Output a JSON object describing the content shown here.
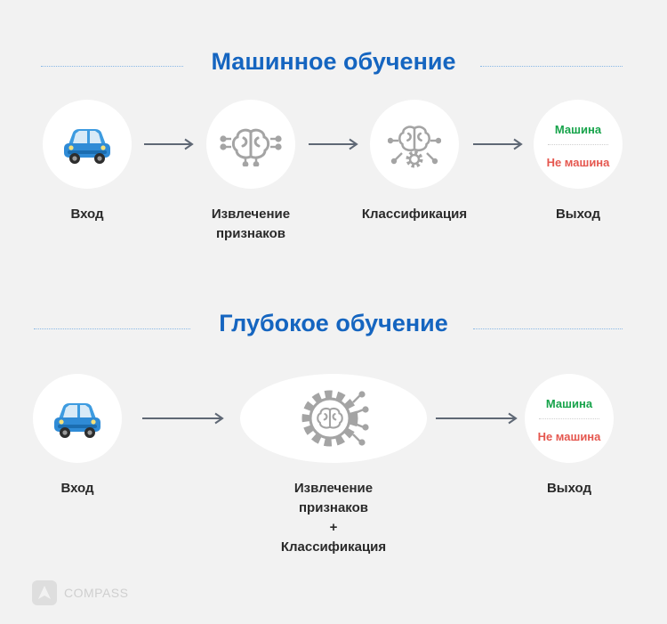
{
  "ml": {
    "title": "Машинное обучение",
    "input_label": "Вход",
    "feature_label_1": "Извлечение",
    "feature_label_2": "признаков",
    "classify_label": "Классификация",
    "output_label": "Выход",
    "out_yes": "Машина",
    "out_no": "Не машина"
  },
  "dl": {
    "title": "Глубокое обучение",
    "input_label": "Вход",
    "combined_label_1": "Извлечение",
    "combined_label_2": "признаков",
    "combined_label_3": "+",
    "combined_label_4": "Классификация",
    "output_label": "Выход",
    "out_yes": "Машина",
    "out_no": "Не машина"
  },
  "brand": {
    "name": "COMPASS"
  },
  "icons": {
    "input": "car-icon",
    "feature": "brain-circuit-icon",
    "classify": "brain-gear-icon",
    "combined": "gear-brain-circuit-icon",
    "arrow": "arrow-right-icon"
  },
  "colors": {
    "title": "#1565c0",
    "positive": "#16a34a",
    "negative": "#e5574f",
    "car": "#3d9be0"
  }
}
